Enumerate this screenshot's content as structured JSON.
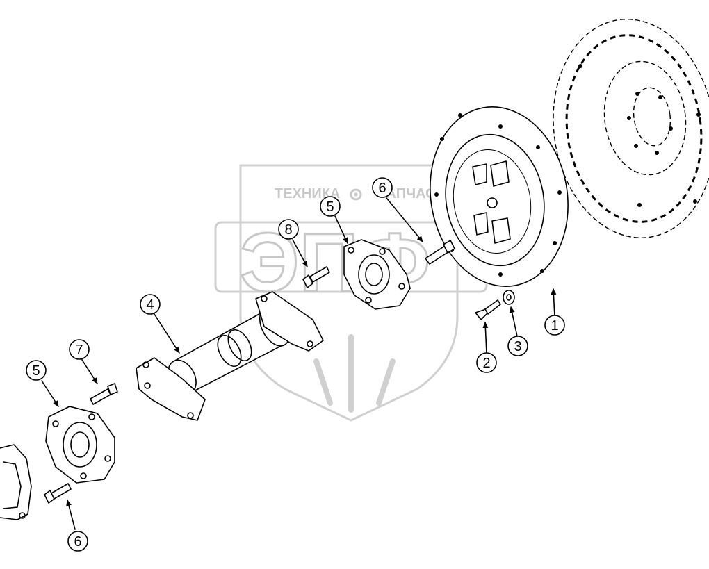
{
  "watermark": {
    "left_text": "ТЕХНИКА",
    "right_text": "ЗАПЧАСТИ",
    "logo_letters": "ЭПФ",
    "gear_icon": "gear-icon"
  },
  "callouts": [
    {
      "id": "callout-1",
      "label": "1"
    },
    {
      "id": "callout-2",
      "label": "2"
    },
    {
      "id": "callout-3",
      "label": "3"
    },
    {
      "id": "callout-4",
      "label": "4"
    },
    {
      "id": "callout-5-top",
      "label": "5"
    },
    {
      "id": "callout-5-left",
      "label": "5"
    },
    {
      "id": "callout-6-top",
      "label": "6"
    },
    {
      "id": "callout-6-bottom",
      "label": "6"
    },
    {
      "id": "callout-7",
      "label": "7"
    },
    {
      "id": "callout-8",
      "label": "8"
    }
  ]
}
